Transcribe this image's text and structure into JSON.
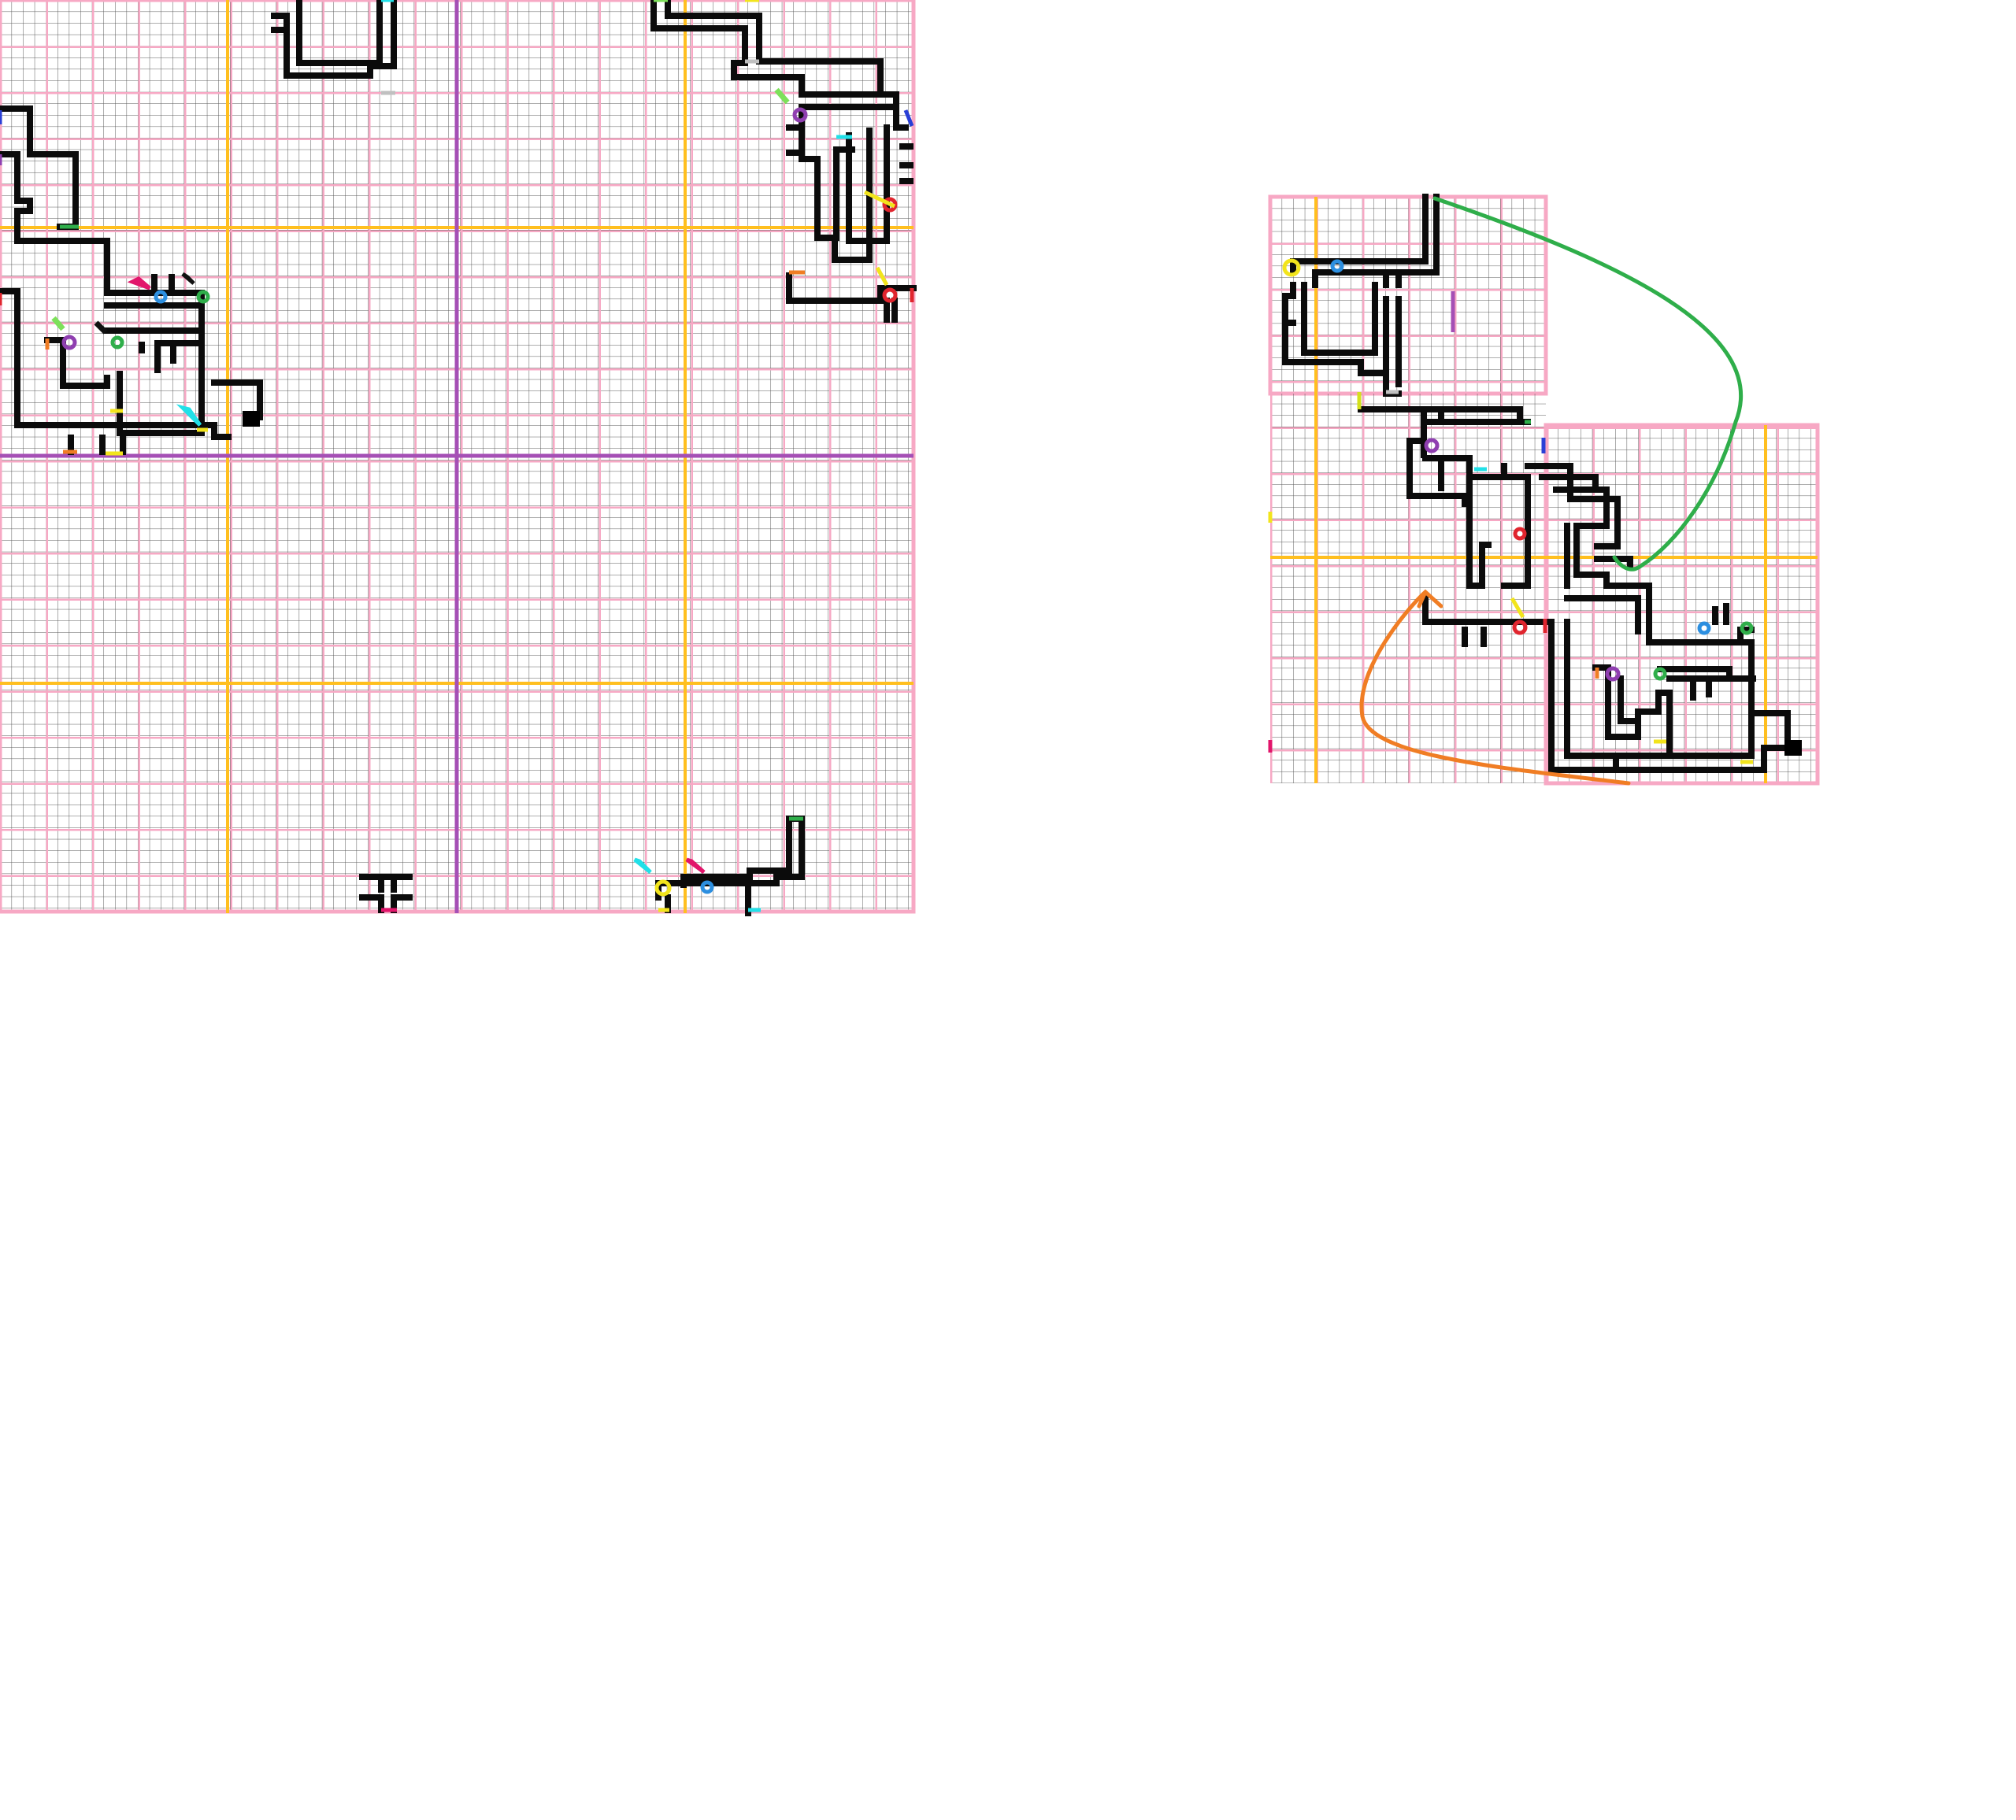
{
  "map": {
    "background": "#ffffff",
    "colors": {
      "fine_grid": "#5a5a5a",
      "pink_grid": "#f7a8c4",
      "orange_grid": "#ffbf1f",
      "purple_grid": "#a54fb5",
      "wall": "#0b0b0b",
      "link_green": "#2fae4a",
      "link_orange": "#f07d24"
    },
    "markers": [
      {
        "name": "blue-ring-marker",
        "color": "#2c8fe0"
      },
      {
        "name": "green-ring-marker",
        "color": "#2fae4a"
      },
      {
        "name": "purple-ring-marker",
        "color": "#8f3fb0"
      },
      {
        "name": "red-ring-marker",
        "color": "#e0252e"
      },
      {
        "name": "yellow-ring-marker",
        "color": "#f2e41c"
      },
      {
        "name": "exit-block",
        "color": "#000000"
      }
    ],
    "flags": [
      {
        "name": "magenta-flag-icon",
        "color": "#e2156b"
      },
      {
        "name": "cyan-flag-icon",
        "color": "#21e0e8"
      },
      {
        "name": "black-flag-icon",
        "color": "#111111"
      },
      {
        "name": "lime-flag-icon",
        "color": "#7de05a"
      },
      {
        "name": "yellow-flag-icon",
        "color": "#f2e41c"
      }
    ]
  }
}
